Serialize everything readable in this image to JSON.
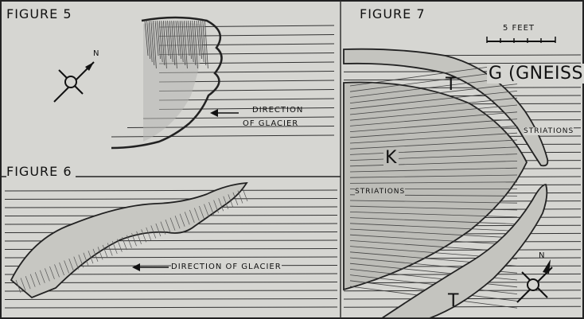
{
  "figures": {
    "fig5": {
      "title": "FIGURE 5",
      "direction_line1": "DIRECTION",
      "direction_line2": "OF GLACIER",
      "north": "N"
    },
    "fig6": {
      "title": "FIGURE 6",
      "direction": "DIRECTION OF GLACIER"
    },
    "fig7": {
      "title": "FIGURE 7",
      "scale": "5 FEET",
      "gneiss": "G (GNEISS)",
      "t_upper": "T",
      "t_lower": "T",
      "k": "K",
      "striations_right": "STRIATIONS",
      "striations_left": "STRIATIONS",
      "north": "N"
    }
  }
}
